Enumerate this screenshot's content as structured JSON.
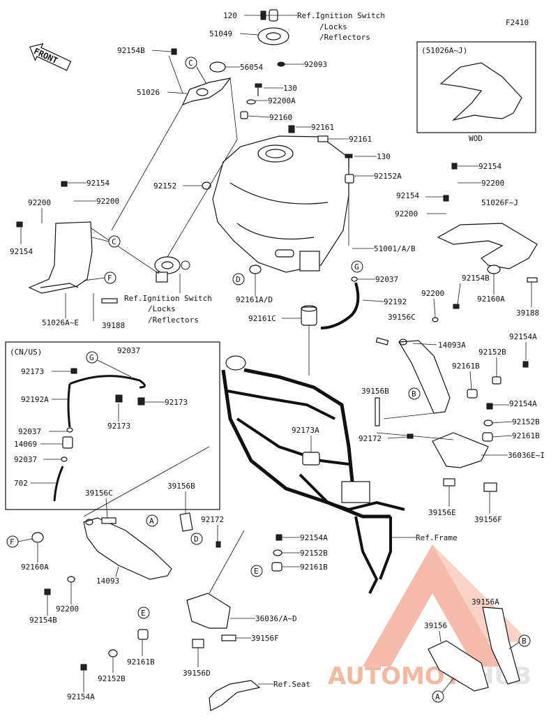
{
  "figure_code": "F2410",
  "front_label": "FRONT",
  "top_refs": {
    "qty": "120",
    "l1": "Ref.Ignition Switch",
    "l2": "/Locks",
    "l3": "/Reflectors"
  },
  "side_refs": {
    "l1": "Ref.Ignition Switch",
    "l2": "/Locks",
    "l3": "/Reflectors"
  },
  "box_main": {
    "title": "(51026A~J)",
    "caption": "WOD"
  },
  "box_cnus": {
    "title": "(CN/US)"
  },
  "refs": {
    "frame": "Ref.Frame",
    "seat": "Ref.Seat"
  },
  "callouts": {
    "A": "A",
    "B": "B",
    "C": "C",
    "D": "D",
    "E": "E",
    "F": "F",
    "G": "G"
  },
  "parts": {
    "p51049": "51049",
    "p92154B_1": "92154B",
    "p56054": "56054",
    "p92093": "92093",
    "p51026": "51026",
    "p130_1": "130",
    "p92200A": "92200A",
    "p92160": "92160",
    "p92161_1": "92161",
    "p92161_2": "92161",
    "p130_2": "130",
    "p92152": "92152",
    "p92152A": "92152A",
    "p92154_1": "92154",
    "p92200_1": "92200",
    "p92200_2": "92200",
    "p92154_2": "92154",
    "p92154_3": "92154",
    "p92200_3": "92200",
    "p92154_4": "92154",
    "p92200_4": "92200",
    "p51026FJ": "51026F~J",
    "p51001": "51001/A/B",
    "p92161AD": "92161A/D",
    "p92037_1": "92037",
    "p92192": "92192",
    "p92161C": "92161C",
    "p51026AE": "51026A~E",
    "p39188_1": "39188",
    "p92154B_2": "92154B",
    "p92200_5": "92200",
    "p92160A_1": "92160A",
    "p39188_2": "39188",
    "p39156C_1": "39156C",
    "p14093A": "14093A",
    "p92154A_1": "92154A",
    "p92152B_1": "92152B",
    "p92161B_1": "92161B",
    "p92173_1": "92173",
    "p92037_2": "92037",
    "p92192A": "92192A",
    "p92173_2": "92173",
    "p92173_3": "92173",
    "p92037_3": "92037",
    "p14069": "14069",
    "p92037_4": "92037",
    "p702": "702",
    "p39156B_1": "39156B",
    "p92172_1": "92172",
    "p92173A": "92173A",
    "p92154A_2": "92154A",
    "p92152B_2": "92152B",
    "p92161B_2": "92161B",
    "p36036EI": "36036E~I",
    "p39156E": "39156E",
    "p39156F_1": "39156F",
    "p39156C_2": "39156C",
    "p39156B_2": "39156B",
    "p92172_2": "92172",
    "p92160A_2": "92160A",
    "p14093": "14093",
    "p92200_6": "92200",
    "p92154B_3": "92154B",
    "p92154A_3": "92154A",
    "p92152B_3": "92152B",
    "p92161B_3": "92161B",
    "p36036AD": "36036/A~D",
    "p39156F_2": "39156F",
    "p39156D": "39156D",
    "p92161B_4": "92161B",
    "p92152B_4": "92152B",
    "p92154A_4": "92154A",
    "p39156": "39156",
    "p39156A": "39156A"
  },
  "watermark": {
    "part1": "AUTOMOTO",
    "part2": "HUB",
    "color1": "#f3b8a0",
    "color2": "#e8e8e8",
    "logo_color": "#f08070"
  }
}
